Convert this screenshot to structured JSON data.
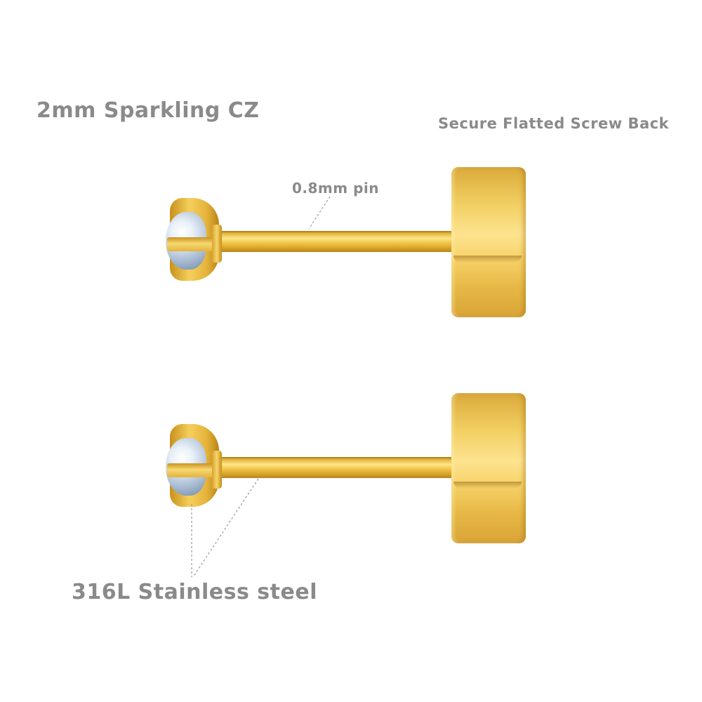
{
  "labels": {
    "stone": "2mm Sparkling CZ",
    "back": "Secure Flatted Screw Back",
    "pin": "0.8mm pin",
    "material": "316L Stainless steel"
  },
  "product": {
    "items": [
      {
        "name": "earring-top"
      },
      {
        "name": "earring-bottom"
      }
    ],
    "colors": {
      "gold_light": "#fde38f",
      "gold_mid": "#f2cf63",
      "gold_dark": "#b8861a",
      "label_gray": "#8a8a8a",
      "background": "#ffffff"
    }
  }
}
